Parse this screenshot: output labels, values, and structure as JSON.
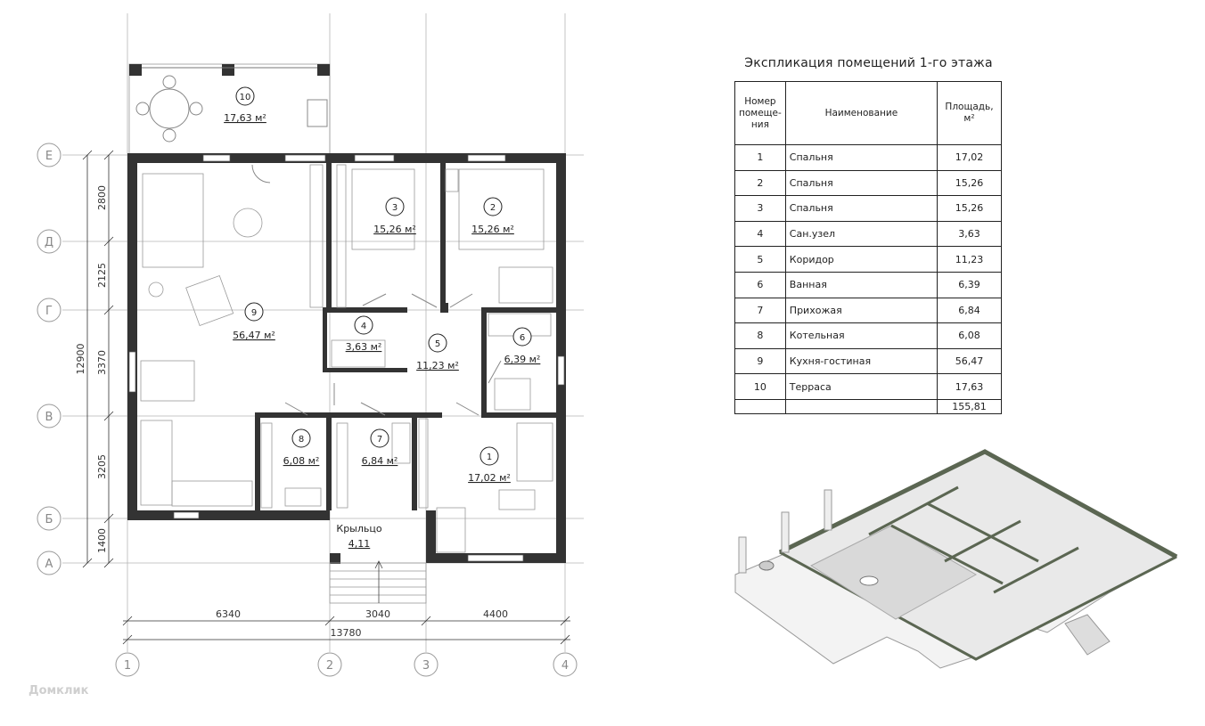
{
  "plan": {
    "axes_letters": [
      "Е",
      "Д",
      "Г",
      "В",
      "Б",
      "А"
    ],
    "axes_numbers": [
      "1",
      "2",
      "3",
      "4"
    ],
    "dims_vertical": [
      "2800",
      "2125",
      "3370",
      "3205",
      "1400"
    ],
    "dim_total_vertical": "12900",
    "dims_horizontal": [
      "6340",
      "3040",
      "4400"
    ],
    "dim_total_horizontal": "13780",
    "rooms": [
      {
        "num": "10",
        "area": "17,63 м²"
      },
      {
        "num": "3",
        "area": "15,26 м²"
      },
      {
        "num": "2",
        "area": "15,26 м²"
      },
      {
        "num": "9",
        "area": "56,47 м²"
      },
      {
        "num": "4",
        "area": "3,63 м²"
      },
      {
        "num": "5",
        "area": "11,23 м²"
      },
      {
        "num": "6",
        "area": "6,39 м²"
      },
      {
        "num": "8",
        "area": "6,08 м²"
      },
      {
        "num": "7",
        "area": "6,84 м²"
      },
      {
        "num": "1",
        "area": "17,02 м²"
      }
    ],
    "porch_label": "Крыльцо",
    "porch_area": "4,11"
  },
  "table": {
    "title": "Экспликация помещений 1-го этажа",
    "headers": [
      "Номер помеще-ния",
      "Наименование",
      "Площадь, м²"
    ],
    "rows": [
      {
        "num": "1",
        "name": "Спальня",
        "area": "17,02"
      },
      {
        "num": "2",
        "name": "Спальня",
        "area": "15,26"
      },
      {
        "num": "3",
        "name": "Спальня",
        "area": "15,26"
      },
      {
        "num": "4",
        "name": "Сан.узел",
        "area": "3,63"
      },
      {
        "num": "5",
        "name": "Коридор",
        "area": "11,23"
      },
      {
        "num": "6",
        "name": "Ванная",
        "area": "6,39"
      },
      {
        "num": "7",
        "name": "Прихожая",
        "area": "6,84"
      },
      {
        "num": "8",
        "name": "Котельная",
        "area": "6,08"
      },
      {
        "num": "9",
        "name": "Кухня-гостиная",
        "area": "56,47"
      },
      {
        "num": "10",
        "name": "Терраса",
        "area": "17,63"
      }
    ],
    "total": "155,81"
  },
  "watermark": "Домклик"
}
